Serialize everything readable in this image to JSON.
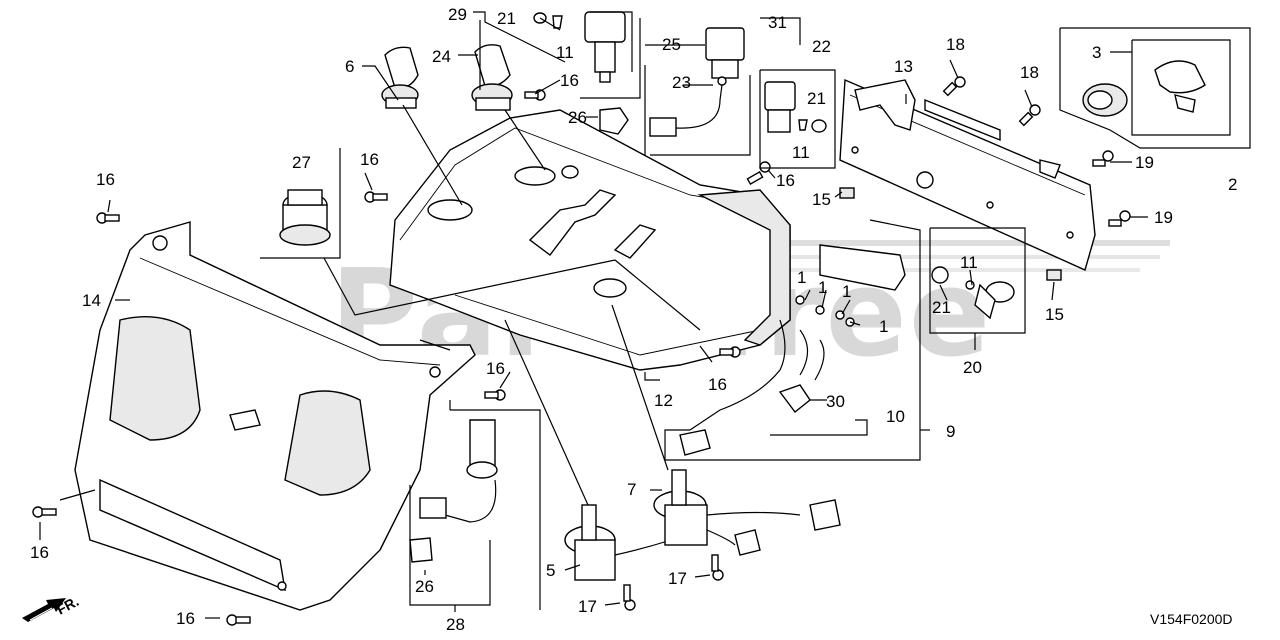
{
  "watermark": "PartsTree",
  "diagram_code": "V154F0200D",
  "direction_label": "FR.",
  "callouts": {
    "c29": "29",
    "c21a": "21",
    "c11a": "11",
    "c31": "31",
    "c25": "25",
    "c23": "23",
    "c26a": "26",
    "c22": "22",
    "c21b": "21",
    "c11b": "11",
    "c6": "6",
    "c24": "24",
    "c16a": "16",
    "c13": "13",
    "c18a": "18",
    "c18b": "18",
    "c3": "3",
    "c2": "2",
    "c19a": "19",
    "c19b": "19",
    "c27": "27",
    "c16b": "16",
    "c16c": "16",
    "c16d": "16",
    "c15a": "15",
    "c1a": "1",
    "c1b": "1",
    "c1c": "1",
    "c1d": "1",
    "c11c": "11",
    "c21c": "21",
    "c15b": "15",
    "c14": "14",
    "c16e": "16",
    "c12": "12",
    "c16f": "16",
    "c20": "20",
    "c30": "30",
    "c10": "10",
    "c9": "9",
    "c7": "7",
    "c5": "5",
    "c17a": "17",
    "c17b": "17",
    "c16g": "16",
    "c26b": "26",
    "c16h": "16",
    "c28": "28"
  }
}
